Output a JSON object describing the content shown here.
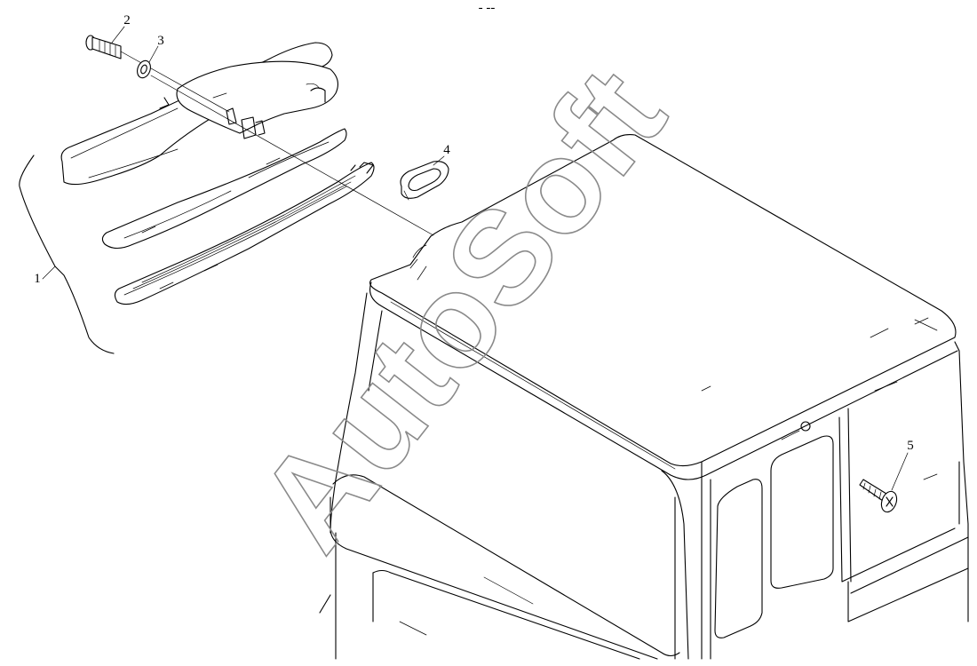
{
  "diagram": {
    "callouts": [
      {
        "id": "1",
        "label": "1"
      },
      {
        "id": "2",
        "label": "2"
      },
      {
        "id": "3",
        "label": "3"
      },
      {
        "id": "4",
        "label": "4"
      },
      {
        "id": "5",
        "label": "5"
      }
    ],
    "top_mark": "- --",
    "watermark": "AutoSoft"
  }
}
